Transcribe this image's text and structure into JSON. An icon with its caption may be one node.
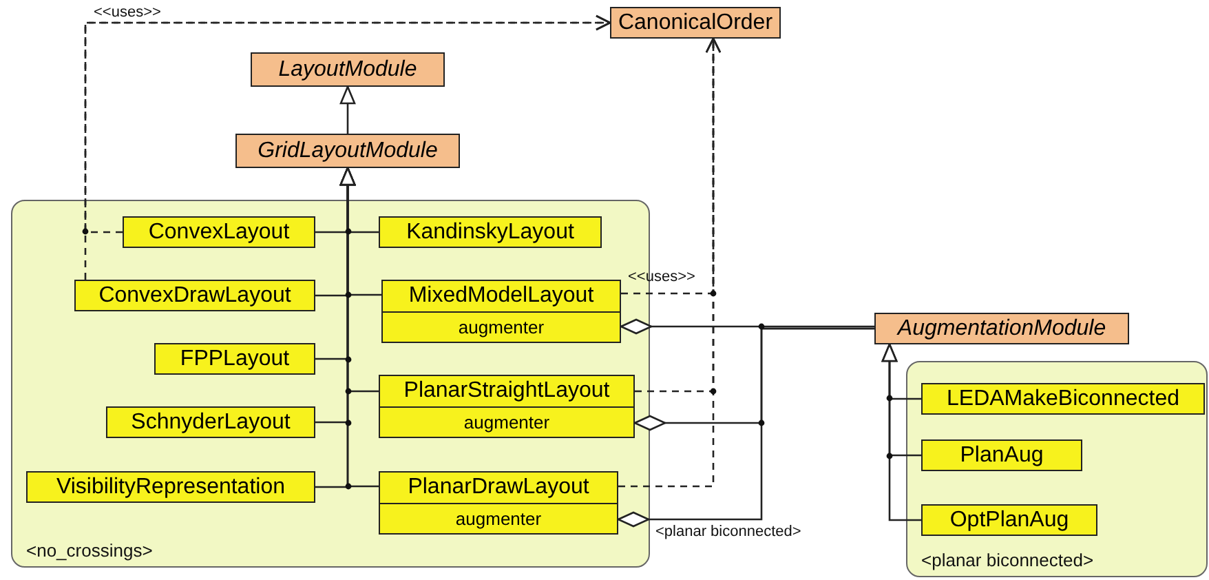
{
  "diagram": {
    "nodes": [
      {
        "text": [
          "CanonicalOrder"
        ]
      },
      {
        "text": [
          "LayoutModule"
        ]
      },
      {
        "text": [
          "GridLayoutModule"
        ]
      },
      {
        "text": [
          "<no_crossings>"
        ]
      },
      {
        "text": [
          "ConvexLayout"
        ],
        "in": 3
      },
      {
        "text": [
          "KandinskyLayout"
        ],
        "in": 3
      },
      {
        "text": [
          "ConvexDrawLayout"
        ],
        "in": 3
      },
      {
        "text": [
          "MixedModelLayout",
          "augmenter"
        ],
        "in": 3
      },
      {
        "text": [
          "FPPLayout"
        ],
        "in": 3
      },
      {
        "text": [
          "PlanarStraightLayout",
          "augmenter"
        ],
        "in": 3
      },
      {
        "text": [
          "SchnyderLayout"
        ],
        "in": 3
      },
      {
        "text": [
          "VisibilityRepresentation"
        ],
        "in": 3
      },
      {
        "text": [
          "PlanarDrawLayout",
          "augmenter"
        ],
        "in": 3
      },
      {
        "text": [
          "AugmentationModule"
        ]
      },
      {
        "text": [
          "<planar biconnected>"
        ]
      },
      {
        "text": [
          "LEDAMakeBiconnected"
        ],
        "in": 14
      },
      {
        "text": [
          "PlanAug"
        ],
        "in": 14
      },
      {
        "text": [
          "OptPlanAug"
        ],
        "in": 14
      }
    ],
    "edges": [
      {
        "from": 2,
        "to": 1,
        "arrow": "to"
      },
      {
        "from": 4,
        "to": 2,
        "arrow": "to"
      },
      {
        "from": 5,
        "to": 2,
        "arrow": "to"
      },
      {
        "from": 6,
        "to": 2,
        "arrow": "to"
      },
      {
        "from": 7,
        "to": 2,
        "arrow": "to"
      },
      {
        "from": 8,
        "to": 2,
        "arrow": "to"
      },
      {
        "from": 9,
        "to": 2,
        "arrow": "to"
      },
      {
        "from": 10,
        "to": 2,
        "arrow": "to"
      },
      {
        "from": 11,
        "to": 2,
        "arrow": "to"
      },
      {
        "from": 12,
        "to": 2,
        "arrow": "to"
      },
      {
        "from": 6,
        "to": 0,
        "arrow": "to",
        "style": "dashed",
        "label": "<<uses>>"
      },
      {
        "from": 4,
        "to": 0,
        "arrow": "to",
        "style": "dashed"
      },
      {
        "from": 7,
        "to": 0,
        "arrow": "to",
        "style": "dashed",
        "label": "<<uses>>"
      },
      {
        "from": 9,
        "to": 0,
        "arrow": "to",
        "style": "dashed"
      },
      {
        "from": 12,
        "to": 0,
        "arrow": "to",
        "style": "dashed"
      },
      {
        "from": 7,
        "to": 13,
        "arrow": "other"
      },
      {
        "from": 9,
        "to": 13,
        "arrow": "other"
      },
      {
        "from": 12,
        "to": 13,
        "arrow": "other",
        "label": "<planar biconnected>"
      },
      {
        "from": 15,
        "to": 13,
        "arrow": "to"
      },
      {
        "from": 16,
        "to": 13,
        "arrow": "to"
      },
      {
        "from": 17,
        "to": 13,
        "arrow": "to"
      }
    ]
  }
}
